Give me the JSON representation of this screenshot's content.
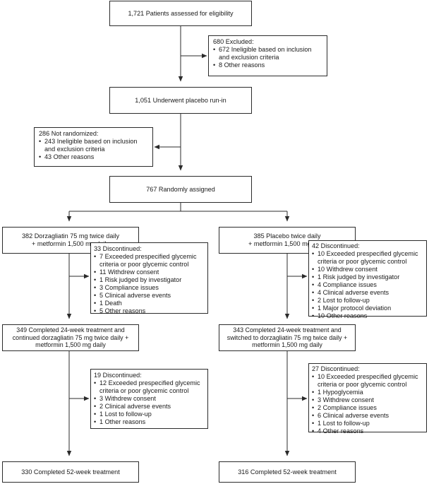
{
  "boxes": {
    "assessed": "1,721 Patients assessed for eligibility",
    "excluded": {
      "title": "680 Excluded:",
      "items": [
        "672 Ineligible based on inclusion and exclusion criteria",
        "8 Other reasons"
      ]
    },
    "runin": "1,051 Underwent placebo run-in",
    "not_randomized": {
      "title": "286 Not randomized:",
      "items": [
        "243 Ineligible based on inclusion and exclusion criteria",
        "43 Other reasons"
      ]
    },
    "randomized": "767 Randomly assigned",
    "dorz_arm": [
      "382 Dorzagliatin 75 mg twice daily",
      "+ metformin 1,500 mg daily"
    ],
    "placebo_arm": [
      "385 Placebo twice daily",
      "+ metformin 1,500 mg daily"
    ],
    "dorz_disc1": {
      "title": "33 Discontinued:",
      "items": [
        "7 Exceeded prespecified glycemic criteria or poor glycemic control",
        "11 Withdrew consent",
        "1 Risk judged by investigator",
        "3 Compliance issues",
        "5 Clinical adverse events",
        "1 Death",
        "5 Other reasons"
      ]
    },
    "placebo_disc1": {
      "title": "42 Discontinued:",
      "items": [
        "10 Exceeded prespecified glycemic criteria or poor glycemic control",
        "10 Withdrew consent",
        "1 Risk judged by investigator",
        "4 Compliance issues",
        "4 Clinical adverse events",
        "2 Lost to follow-up",
        "1 Major protocol deviation",
        "10 Other reasons"
      ]
    },
    "dorz_24wk": [
      "349 Completed 24-week treatment and",
      "continued dorzagliatin 75 mg twice daily +",
      "metformin 1,500 mg daily"
    ],
    "placebo_24wk": [
      "343 Completed 24-week treatment and",
      "switched to dorzagliatin 75 mg twice daily +",
      "metformin 1,500 mg daily"
    ],
    "dorz_disc2": {
      "title": "19 Discontinued:",
      "items": [
        "12 Exceeded prespecified glycemic criteria or poor glycemic control",
        "3 Withdrew consent",
        "2 Clinical adverse events",
        "1 Lost to follow-up",
        "1 Other reasons"
      ]
    },
    "placebo_disc2": {
      "title": "27 Discontinued:",
      "items": [
        "10 Exceeded prespecified glycemic criteria or poor glycemic control",
        "1 Hypoglycemia",
        "3 Withdrew consent",
        "2 Compliance issues",
        "6 Clinical adverse events",
        "1 Lost to follow-up",
        "4 Other reasons"
      ]
    },
    "dorz_52wk": "330 Completed 52-week treatment",
    "placebo_52wk": "316 Completed 52-week treatment"
  }
}
